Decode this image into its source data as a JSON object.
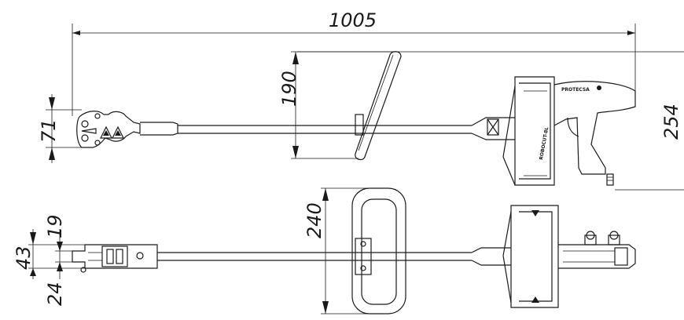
{
  "drawing": {
    "dimensions": {
      "overall_length": "1005",
      "handle_height": "190",
      "total_height": "254",
      "head_height": "71",
      "handle_width": "240",
      "head_depth_total": "43",
      "head_depth_upper": "19",
      "head_depth_lower": "24"
    },
    "brand_label": "PROTECSA",
    "model_label": "ROBOCUT-8L"
  }
}
